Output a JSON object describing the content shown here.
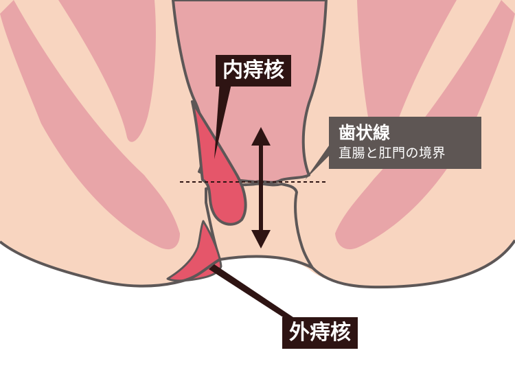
{
  "labels": {
    "internal_hemorrhoid": "内痔核",
    "external_hemorrhoid": "外痔核",
    "dentate_line": "歯状線",
    "dentate_line_description": "直腸と肛門の境界"
  },
  "colors": {
    "skin": "#f8d5c0",
    "muscle": "#e8a5a8",
    "hemorrhoid": "#e5566a",
    "outline": "#5d5757",
    "dark_label": "#2e1413",
    "gray_label": "#5e5654",
    "arrow": "#2e1413"
  }
}
